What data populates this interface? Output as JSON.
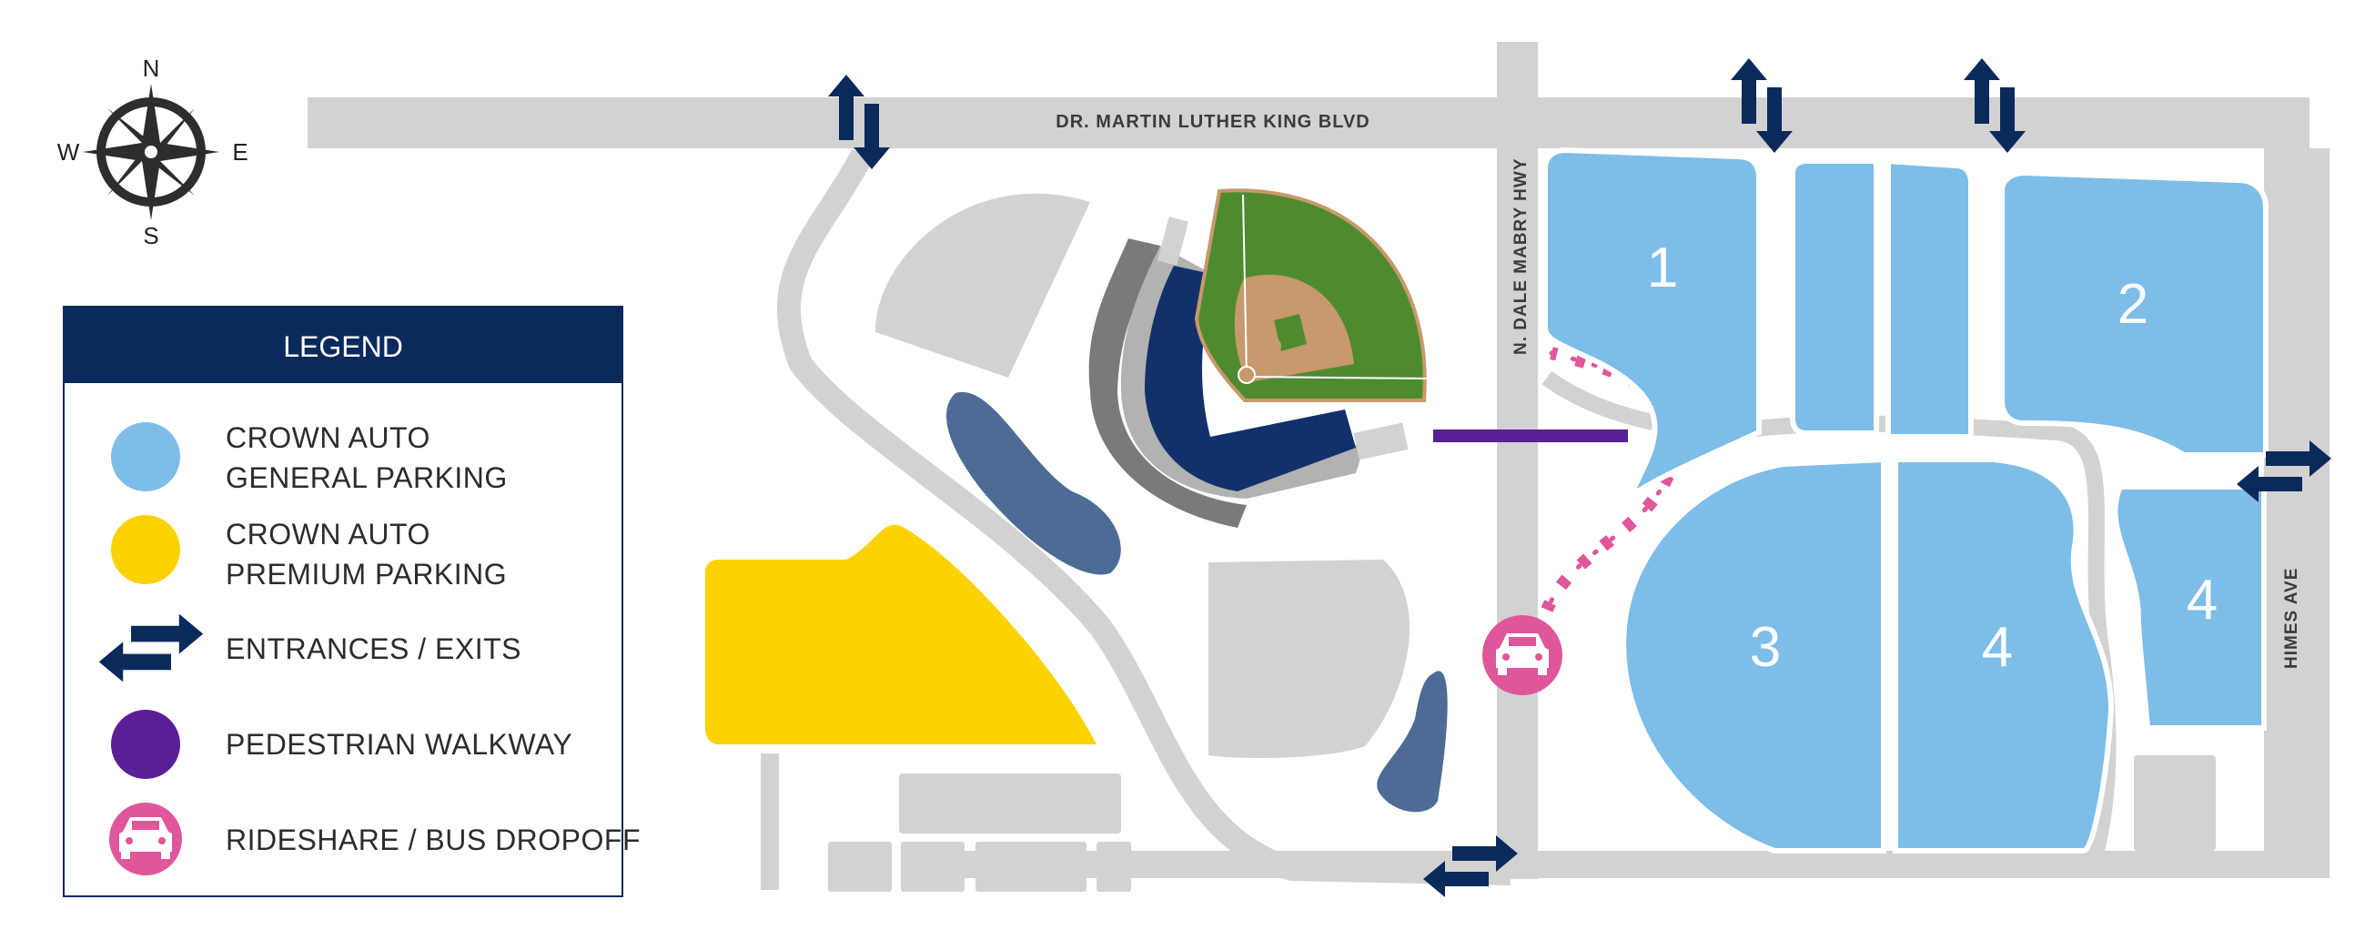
{
  "compass": {
    "north": "N",
    "south": "S",
    "east": "E",
    "west": "W"
  },
  "legend": {
    "title": "LEGEND",
    "items": [
      {
        "line1": "CROWN AUTO",
        "line2": "GENERAL PARKING",
        "color": "#7dbde8",
        "symbol": "circle"
      },
      {
        "line1": "CROWN AUTO",
        "line2": "PREMIUM PARKING",
        "color": "#fed100",
        "symbol": "circle"
      },
      {
        "line1": "ENTRANCES / EXITS",
        "line2": "",
        "color": "#0b2a5c",
        "symbol": "double-arrow-icon"
      },
      {
        "line1": "PEDESTRIAN WALKWAY",
        "line2": "",
        "color": "#5a1f96",
        "symbol": "circle"
      },
      {
        "line1": "RIDESHARE / BUS DROPOFF",
        "line2": "",
        "color": "#e0569a",
        "symbol": "car-icon"
      }
    ]
  },
  "roads": {
    "mlk": "DR. MARTIN LUTHER KING BLVD",
    "dale_mabry": "N. DALE MABRY HWY",
    "himes": "HIMES AVE"
  },
  "lots": [
    {
      "label": "1"
    },
    {
      "label": "2"
    },
    {
      "label": "3"
    },
    {
      "label": "4"
    },
    {
      "label": "4"
    }
  ],
  "colors": {
    "road": "#d2d2d2",
    "general_parking": "#7dbde8",
    "premium_parking": "#fed100",
    "navy": "#0b2a5c",
    "walkway": "#5a1f96",
    "dropoff": "#e0569a",
    "field_grass": "#4e8b2f",
    "infield": "#c8996c",
    "water": "#4e6b96"
  }
}
